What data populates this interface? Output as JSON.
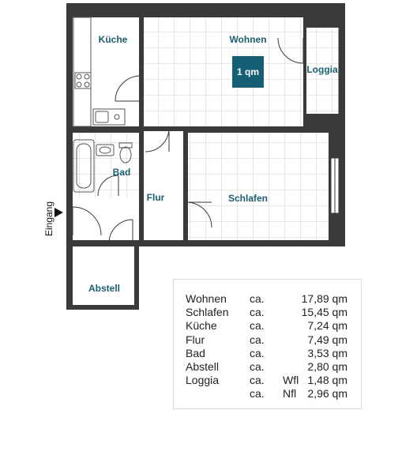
{
  "rooms": {
    "kueche": "Küche",
    "wohnen": "Wohnen",
    "loggia": "Loggia",
    "bad": "Bad",
    "flur": "Flur",
    "schlafen": "Schlafen",
    "abstell": "Abstell"
  },
  "entrance_label": "Eingang",
  "scale_label": "1 qm",
  "colors": {
    "wall": "#3a3a3a",
    "room_label": "#1b5f6e",
    "scale_fill": "#145f73",
    "grid": "#d2d2d2"
  },
  "area_table": [
    {
      "name": "Wohnen",
      "approx": "ca.",
      "prefix": "",
      "value": "17,89 qm"
    },
    {
      "name": "Schlafen",
      "approx": "ca.",
      "prefix": "",
      "value": "15,45 qm"
    },
    {
      "name": "Küche",
      "approx": "ca.",
      "prefix": "",
      "value": "7,24 qm"
    },
    {
      "name": "Flur",
      "approx": "ca.",
      "prefix": "",
      "value": "7,49 qm"
    },
    {
      "name": "Bad",
      "approx": "ca.",
      "prefix": "",
      "value": "3,53 qm"
    },
    {
      "name": "Abstell",
      "approx": "ca.",
      "prefix": "",
      "value": "2,80 qm"
    },
    {
      "name": "Loggia",
      "approx": "ca.",
      "prefix": "Wfl",
      "value": "1,48 qm"
    },
    {
      "name": "",
      "approx": "ca.",
      "prefix": "Nfl",
      "value": "2,96 qm"
    }
  ]
}
